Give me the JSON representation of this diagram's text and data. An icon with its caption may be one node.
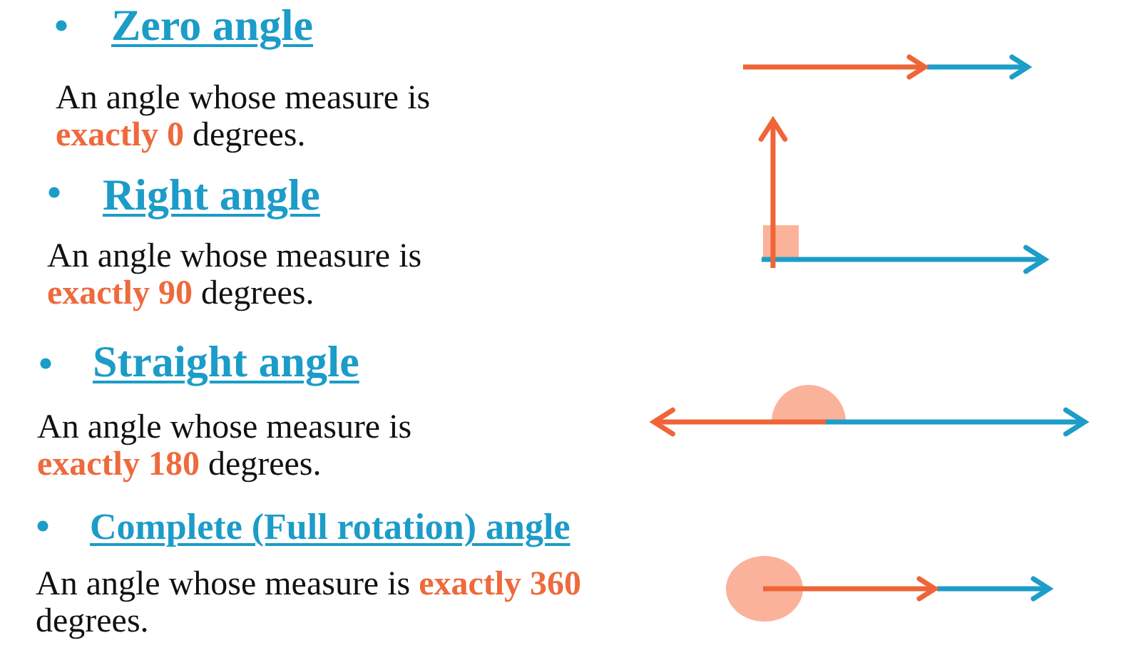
{
  "diagram": {
    "labels": [
      "Zero angle",
      "An angle whose measure is **exactly 0** degrees.",
      "Right angle",
      "An angle whose measure is **exactly 90** degrees.",
      "Straight angle",
      "An angle whose measure is **exactly 180** degrees.",
      "Complete (Full rotation) angle",
      "An angle whose measure is **exactly 360** degrees."
    ]
  }
}
